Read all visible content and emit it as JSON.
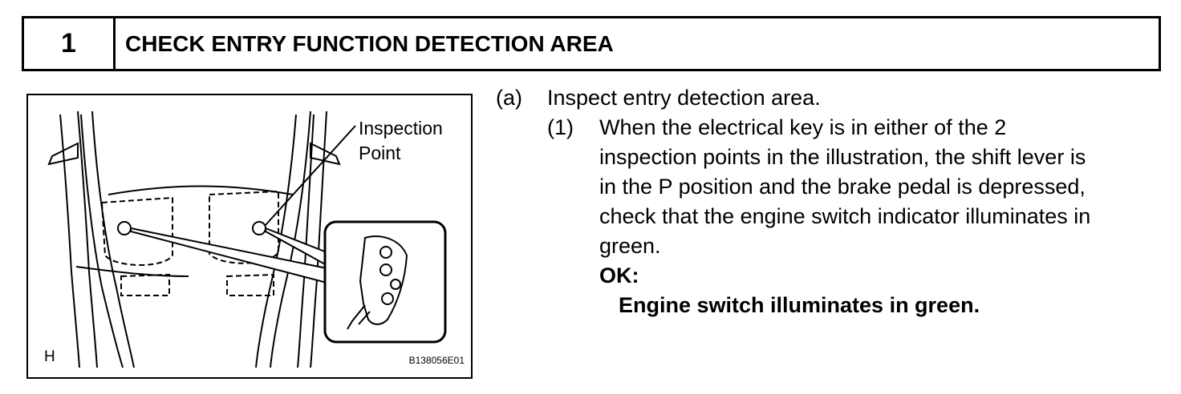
{
  "header": {
    "step_number": "1",
    "title": "CHECK ENTRY FUNCTION DETECTION AREA"
  },
  "figure": {
    "callout_line1": "Inspection",
    "callout_line2": "Point",
    "corner_letter": "H",
    "figure_code": "B138056E01"
  },
  "instructions": {
    "item_label": "(a)",
    "item_text": "Inspect entry detection area.",
    "sub_label": "(1)",
    "sub_lines": [
      "When the electrical key is in either of the 2",
      "inspection points in the illustration, the shift lever is",
      "in the P position and the brake pedal is depressed,",
      "check that the engine switch indicator illuminates in",
      "green."
    ],
    "ok_label": "OK:",
    "ok_text": "Engine switch illuminates in green."
  }
}
